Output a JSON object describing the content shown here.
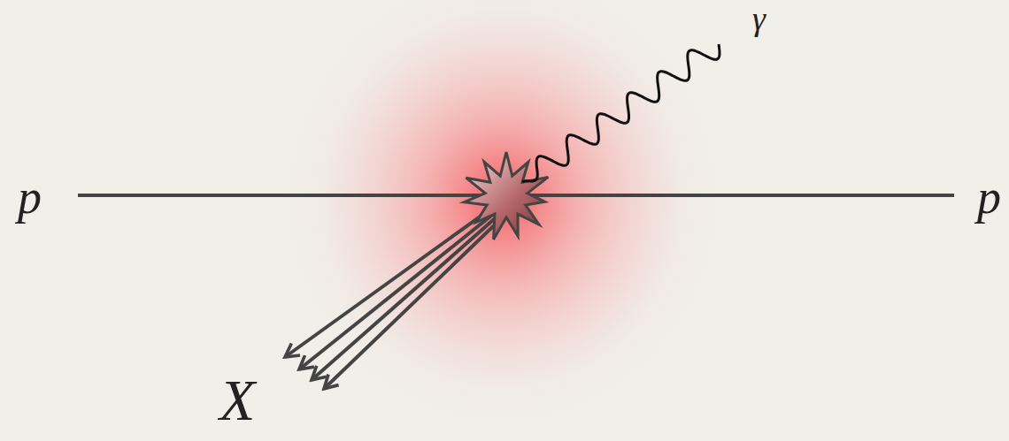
{
  "diagram": {
    "labels": [
      "p",
      "p",
      "γ",
      "X"
    ]
  }
}
